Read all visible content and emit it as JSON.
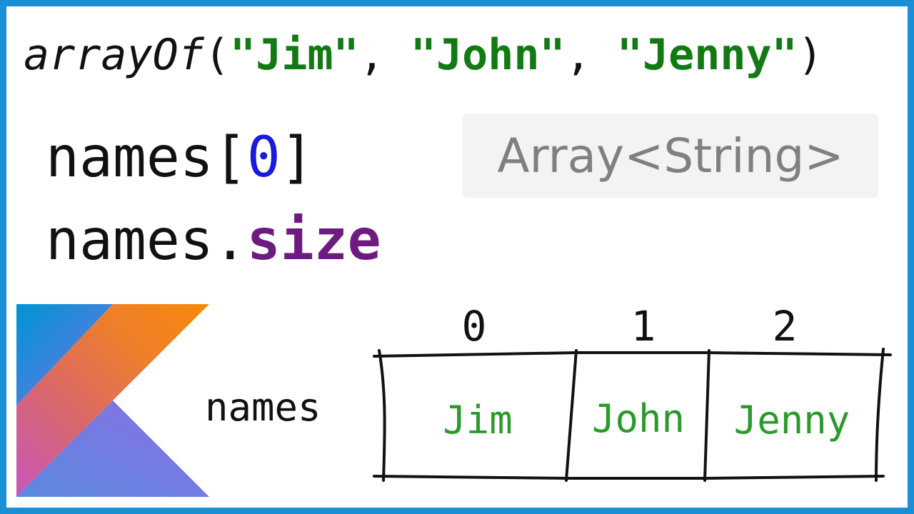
{
  "code": {
    "function": "arrayOf",
    "open_paren": "(",
    "items": [
      "\"Jim\"",
      "\"John\"",
      "\"Jenny\""
    ],
    "separator": ",",
    "close_paren": ")"
  },
  "expr_index": {
    "variable": "names",
    "open": "[",
    "index": "0",
    "close": "]"
  },
  "expr_size": {
    "variable": "names",
    "dot": ".",
    "property": "size"
  },
  "type_hint": "Array<String>",
  "diagram": {
    "label": "names",
    "indices": [
      "0",
      "1",
      "2"
    ],
    "cells": [
      "Jim",
      "John",
      "Jenny"
    ]
  },
  "colors": {
    "border": "#1a8fd6",
    "string": "#117a12",
    "index_literal": "#1a1adb",
    "property": "#6e1b7f",
    "cell_text": "#2a9a2a"
  },
  "logo": "kotlin-logo"
}
